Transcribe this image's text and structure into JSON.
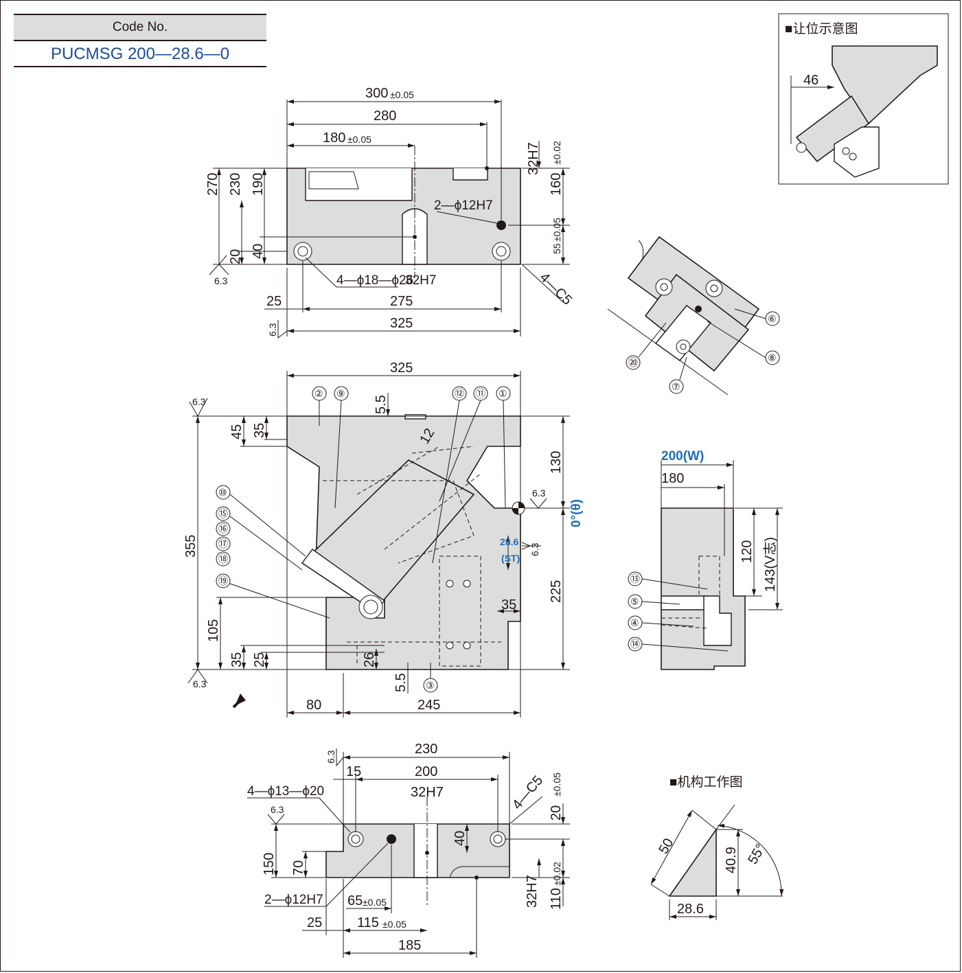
{
  "code": {
    "header": "Code No.",
    "value": "PUCMSG 200​—​28.6—​0"
  },
  "top_view": {
    "d300": "300",
    "tol300": "±0.05",
    "d280": "280",
    "d180": "180",
    "tol180": "±0.05",
    "d270": "270",
    "d230": "230",
    "d190": "190",
    "d40": "40",
    "d20": "20",
    "h32h7_right": "32H7",
    "d160": "160",
    "tol160": "±0.02",
    "hole_12": "2—ϕ12H7",
    "d55": "55",
    "tol55": "±0.05",
    "hole_18": "4—ϕ18—ϕ26",
    "h32h7_bottom": "32H7",
    "chamfer": "4—C5",
    "d25": "25",
    "d275": "275",
    "d325": "325",
    "rough1": "6.3",
    "rough2": "6.3"
  },
  "front_view": {
    "d325": "325",
    "d55": "5.5",
    "d45": "45",
    "d35": "35",
    "d12": "12",
    "d130": "130",
    "rough_r": "6.3",
    "angle": "0°(θ)",
    "st_val": "28.6",
    "st_lbl": "(ST)",
    "rough_st": "6.3",
    "d225": "225",
    "d35r": "35",
    "d355": "355",
    "d105": "105",
    "d35b": "35",
    "d25b": "25",
    "d26": "26",
    "d55b": "5.5",
    "d80": "80",
    "d245": "245",
    "rough_tl": "6.3",
    "rough_bl": "6.3",
    "parts": [
      "①",
      "②",
      "③",
      "⑨",
      "⑫",
      "⑪",
      "⑩",
      "⑮",
      "⑯",
      "⑰",
      "⑱",
      "⑲"
    ]
  },
  "bottom_view": {
    "d230": "230",
    "d15": "15",
    "d200": "200",
    "d32h7": "32H7",
    "hole_13": "4—ϕ13—ϕ20",
    "chamfer": "4—C5",
    "d20": "20",
    "tol20": "±0.05",
    "d40": "40",
    "d150": "150",
    "d70": "70",
    "d32h7_r": "32H7",
    "d110": "110",
    "tol110": "±0.02",
    "hole_12": "2—ϕ12H7",
    "d65": "65",
    "tol65": "±0.05",
    "d25": "25",
    "d115": "115",
    "tol115": "±0.05",
    "d185": "185",
    "rough1": "6.3",
    "rough2": "6.3"
  },
  "side_view": {
    "d200w": "200(W)",
    "d180": "180",
    "d120": "120",
    "d143": "143(V志)",
    "parts": [
      "⑬",
      "⑤",
      "④",
      "⑭"
    ]
  },
  "iso_view": {
    "parts": [
      "⑥",
      "⑧",
      "⑳",
      "⑦"
    ]
  },
  "clearance": {
    "title": "■让位示意图",
    "d46": "46"
  },
  "mechanism": {
    "title": "■机构工作图",
    "d50": "50",
    "d409": "40.9",
    "d55": "55°",
    "d286": "28.6"
  }
}
